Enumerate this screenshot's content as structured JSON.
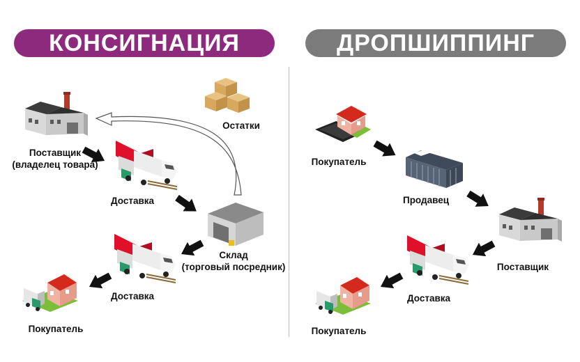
{
  "left": {
    "title": "КОНСИГНАЦИЯ",
    "color": "#8e2a7d",
    "labels": {
      "supplier_line1": "Поставщик",
      "supplier_line2": "(владелец товара)",
      "delivery_1": "Доставка",
      "leftovers": "Остатки",
      "warehouse_line1": "Склад",
      "warehouse_line2": "(торговый посредник)",
      "delivery_2": "Доставка",
      "buyer": "Покупатель"
    }
  },
  "right": {
    "title": "ДРОПШИППИНГ",
    "color": "#7b7b7b",
    "labels": {
      "buyer_1": "Покупатель",
      "seller": "Продавец",
      "supplier": "Поставщик",
      "delivery": "Доставка",
      "buyer_2": "Покупатель"
    }
  },
  "colors": {
    "arrow": "#111111",
    "factory_roof": "#3b3b3b",
    "wall": "#e4e4e4",
    "truck_red": "#e0102a",
    "house_roof": "#d42a1e",
    "house_wall": "#f0b2a2",
    "lawn": "#7cbd3a",
    "box": "#d7a85e"
  }
}
